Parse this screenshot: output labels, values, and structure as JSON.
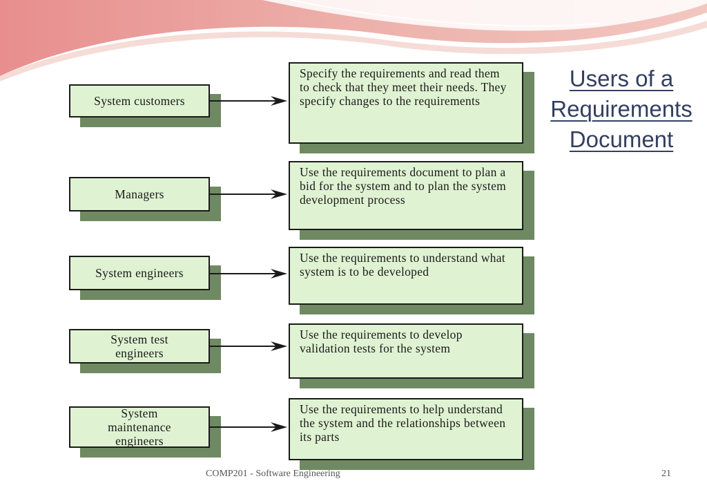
{
  "title": {
    "line1": "Users of a",
    "line2": "Requirements",
    "line3": "Document"
  },
  "rows": [
    {
      "role": "System customers",
      "description": "Specify the requirements and read them to check that they meet their needs. They specify changes to the requirements"
    },
    {
      "role": "Managers",
      "description": "Use the requirements document to plan a bid for the system and to plan the system development process"
    },
    {
      "role": "System engineers",
      "description": "Use the requirements to understand what system is to be developed"
    },
    {
      "role": "System test\nengineers",
      "description": "Use the requirements to develop validation tests for the system"
    },
    {
      "role": "System\nmaintenance\nengineers",
      "description": "Use the requirements to help understand the system and the relationships between its parts"
    }
  ],
  "footer": {
    "course": "COMP201 - Software Engineering",
    "page_number": "21"
  },
  "colors": {
    "box_fill": "#dff3d2",
    "shadow": "#6f8a62",
    "title": "#333f60",
    "banner_pink": "#e8a3a3"
  }
}
